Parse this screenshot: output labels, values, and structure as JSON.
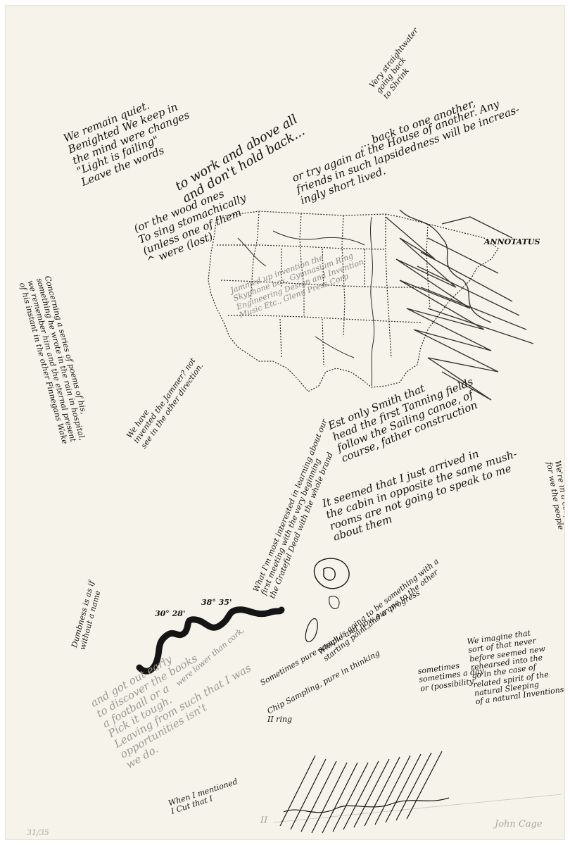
{
  "artwork": {
    "texts": {
      "top_right_small": "Very straightwater\ngoing back\nto Shrink",
      "top_right_main": "or try again at the House of another. Any\nfriends in such lapsidedness will be increas-\ningly short lived.",
      "top_right_main_head": "... back to one another,",
      "left_top_block": "We remain quiet.\nBenighted We keep in\nthe mind were changes\n\"Light is failing\"\nLeave the words",
      "left_top_block2": "(or the wood ones\nTo sing stomachically\n(unless one of them\n^ were (lost)",
      "center_diag": "to work and above all\nand don't hold back...",
      "left_vertical": "Concerning a series of poems of his,\nsomething he wrote in the rain in hospital,\nwe remember him and the eternal present\nof his instant in the other Finnegans Wake",
      "we_have": "We have\ninvented the Jammer? not\nsee in the other direction.",
      "map_center": "Jammed up invention the\nSkyphone box, Gymnasium Ring\nEngineering Design and Invention\nMusic Etc., Glenn Press Corp",
      "annotatus": "ANNOTATUS",
      "mid_right_1": "Est only Smith that\nhead the first Tanning fields\nfollow the Sailing canoe, of\ncourse, father construction",
      "mid_right_2": "It seemed that I just arrived in\nthe cabin in opposite the same mush-\nrooms are not going to speak to me\nabout them",
      "mid_diag_long": "What I'm most interested in learning about our\nfirst meeting with the very beginning\nthe Grateful Dead with the whole brand",
      "right_vertical": "We're in a confusion\nfor we the people",
      "lower_diag": "Which is going to be something with a\nstarting point,and a one to the other",
      "lower_diag2": "Sometimes pure sample and now our progress",
      "lower_left_vertical": "Dumbness is as if\nwithout a name",
      "bottom_left_main": "and got out early\nto discover the books\na football or a\nPick it tough.\nLeaving from such that I was\nopportunities isn't\nwe do.",
      "bottom_left_main_head": "were lower than cork,",
      "bottom_right_main": "We imagine that\nsort of that never\nbefore seemed new\nrehearsed into the\ngo in the case of\nrelated spirit of the\nnatural Sleeping\nof a natural Inventions)",
      "sometimes": "sometimes\nsometimes a day\nor (possibility",
      "when_i": "When I mentioned\nI Cut that I",
      "coords_1": "30° 28'",
      "coords_2": "38° 35'",
      "roman": "II",
      "edition": "31/35",
      "signature": "John Cage",
      "i_ring": "II ring",
      "chip": "Chip Sampling, pure in thinking"
    },
    "colors": {
      "paper": "#f6f3ea",
      "ink": "#151515",
      "pencil": "#a9a69e",
      "map_line": "#2a2a2a"
    }
  }
}
